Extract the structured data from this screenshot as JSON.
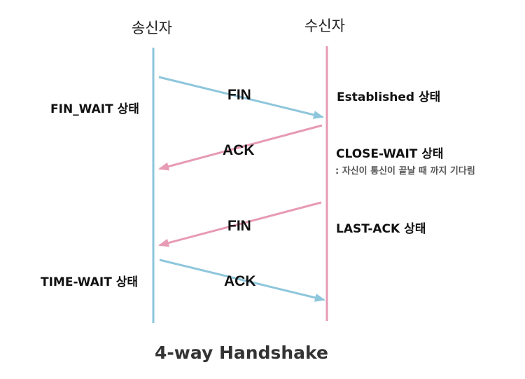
{
  "actors": {
    "sender": "송신자",
    "receiver": "수신자"
  },
  "colors": {
    "sender_line": "#8ec6dc",
    "receiver_line": "#e79ab4"
  },
  "messages": [
    {
      "label": "FIN",
      "direction": "sender-to-receiver",
      "color": "#8ec6dc"
    },
    {
      "label": "ACK",
      "direction": "receiver-to-sender",
      "color": "#e79ab4"
    },
    {
      "label": "FIN",
      "direction": "receiver-to-sender",
      "color": "#e79ab4"
    },
    {
      "label": "ACK",
      "direction": "sender-to-receiver",
      "color": "#8ec6dc"
    }
  ],
  "states": {
    "sender_fin_wait": "FIN_WAIT 상태",
    "sender_time_wait": "TIME-WAIT 상태",
    "receiver_established": "Established  상태",
    "receiver_close_wait": "CLOSE-WAIT 상태",
    "receiver_close_wait_note": ": 자신이 통신이 끝날 때 까지 기다림",
    "receiver_last_ack": "LAST-ACK  상태"
  },
  "caption": "4-way Handshake"
}
